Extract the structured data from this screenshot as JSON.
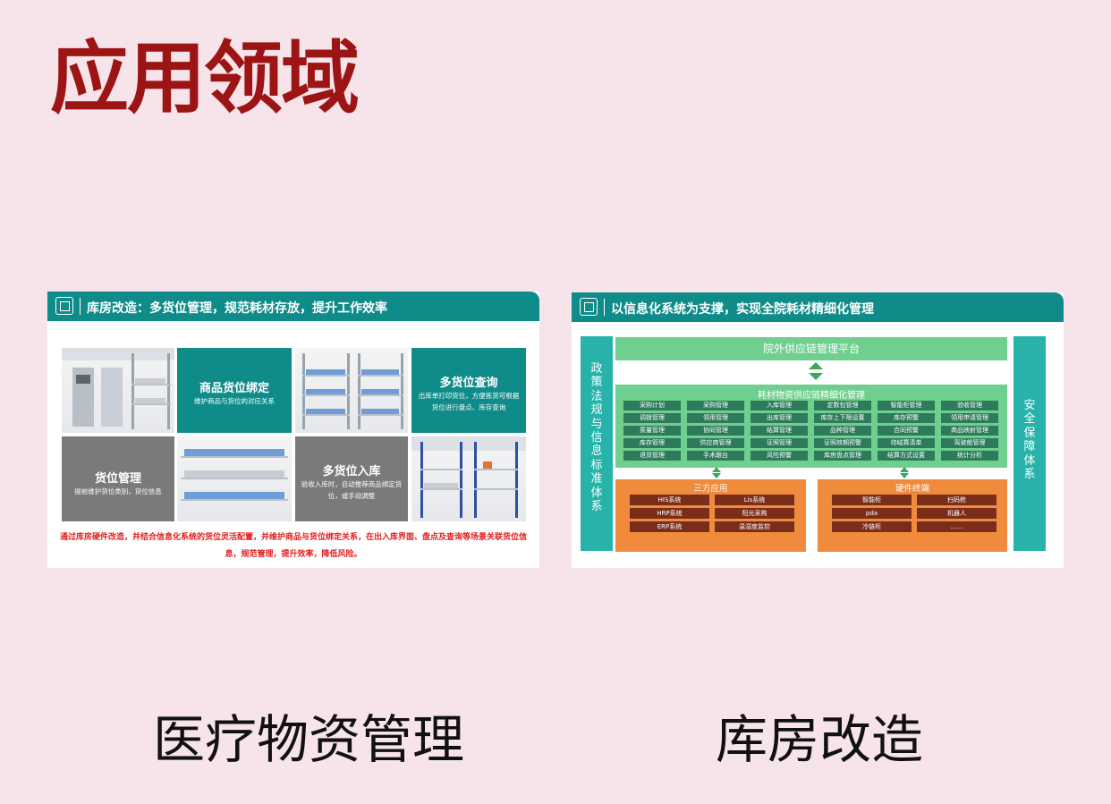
{
  "title": "应用领域",
  "left_panel": {
    "header": "库房改造：多货位管理，规范耗材存放，提升工作效率",
    "tiles": [
      {
        "title": "商品货位绑定",
        "desc": "维护商品与货位的对应关系"
      },
      {
        "title": "多货位查询",
        "desc": "出库单打印货位，方便拣货可根据货位进行盘点、库存查询"
      },
      {
        "title": "货位管理",
        "desc": "提前维护货位类别，货位信息"
      },
      {
        "title": "多货位入库",
        "desc": "验收入库时，自动推荐商品绑定货位，或手动调整"
      }
    ],
    "note": "通过库房硬件改造，并结合信息化系统的货位灵活配置，并维护商品与货位绑定关系，在出入库界面、盘点及查询等场景关联货位信息，规范管理，提升效率，降低风险。"
  },
  "right_panel": {
    "header": "以信息化系统为支撑，实现全院耗材精细化管理",
    "left_bar": "政策法规与信息标准体系",
    "right_bar": "安全保障体系",
    "platform": "院外供应链管理平台",
    "mgmt_title": "耗材物资供应链精细化管理",
    "mgmt_items": [
      "采购计划",
      "采购管理",
      "入库管理",
      "定数包管理",
      "智能柜管理",
      "验收管理",
      "调拨管理",
      "领用管理",
      "出库管理",
      "库存上下限设置",
      "库存预警",
      "领用申请管理",
      "质量管理",
      "协同管理",
      "结算管理",
      "品种管理",
      "合同预警",
      "商品映射管理",
      "库存管理",
      "供应商管理",
      "证照管理",
      "证照效期预警",
      "待结算清单",
      "驾驶舱管理",
      "退货管理",
      "手术跟台",
      "风险预警",
      "库房盘点管理",
      "结算方式设置",
      "统计分析"
    ],
    "third_party": {
      "title": "三方应用",
      "items": [
        "HIS系统",
        "Lis系统",
        "HRP系统",
        "阳光采购",
        "ERP系统",
        "温湿度监控"
      ]
    },
    "hardware": {
      "title": "硬件终端",
      "items": [
        "智能柜",
        "扫码枪",
        "pda",
        "机器人",
        "冷链柜",
        "……"
      ]
    }
  },
  "captions": {
    "left": "医疗物资管理",
    "right": "库房改造"
  }
}
